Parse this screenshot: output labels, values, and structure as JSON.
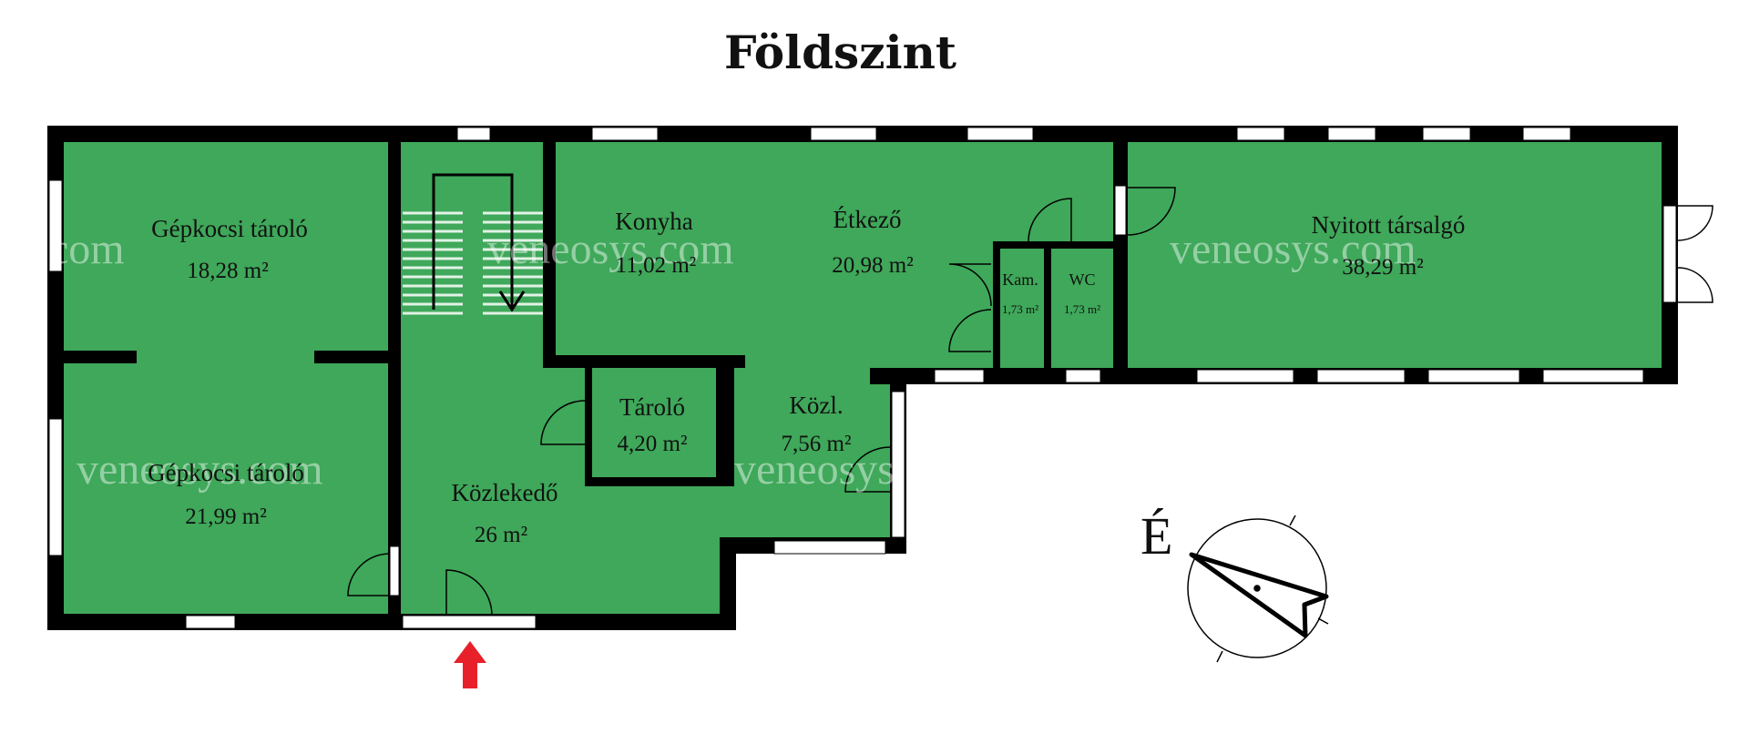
{
  "title": "Földszint",
  "watermark": "veneosys.com",
  "watermark_partial": "com",
  "watermark_partial2": "veneosys",
  "north_label": "É",
  "colors": {
    "floor": "#3fa85a",
    "wall": "#000000",
    "window": "#ffffff",
    "entrance_arrow": "#e8202a"
  },
  "rooms": [
    {
      "name": "Gépkocsi tároló",
      "area": "18,28 m²"
    },
    {
      "name": "Gépkocsi tároló",
      "area": "21,99 m²"
    },
    {
      "name": "Közlekedő",
      "area": "26 m²"
    },
    {
      "name": "Tároló",
      "area": "4,20 m²"
    },
    {
      "name": "Közl.",
      "area": "7,56 m²"
    },
    {
      "name": "Konyha",
      "area": "11,02 m²"
    },
    {
      "name": "Étkező",
      "area": "20,98 m²"
    },
    {
      "name": "Kam.",
      "area": "1,73 m²"
    },
    {
      "name": "WC",
      "area": "1,73 m²"
    },
    {
      "name": "Nyitott társalgó",
      "area": "38,29 m²"
    }
  ]
}
